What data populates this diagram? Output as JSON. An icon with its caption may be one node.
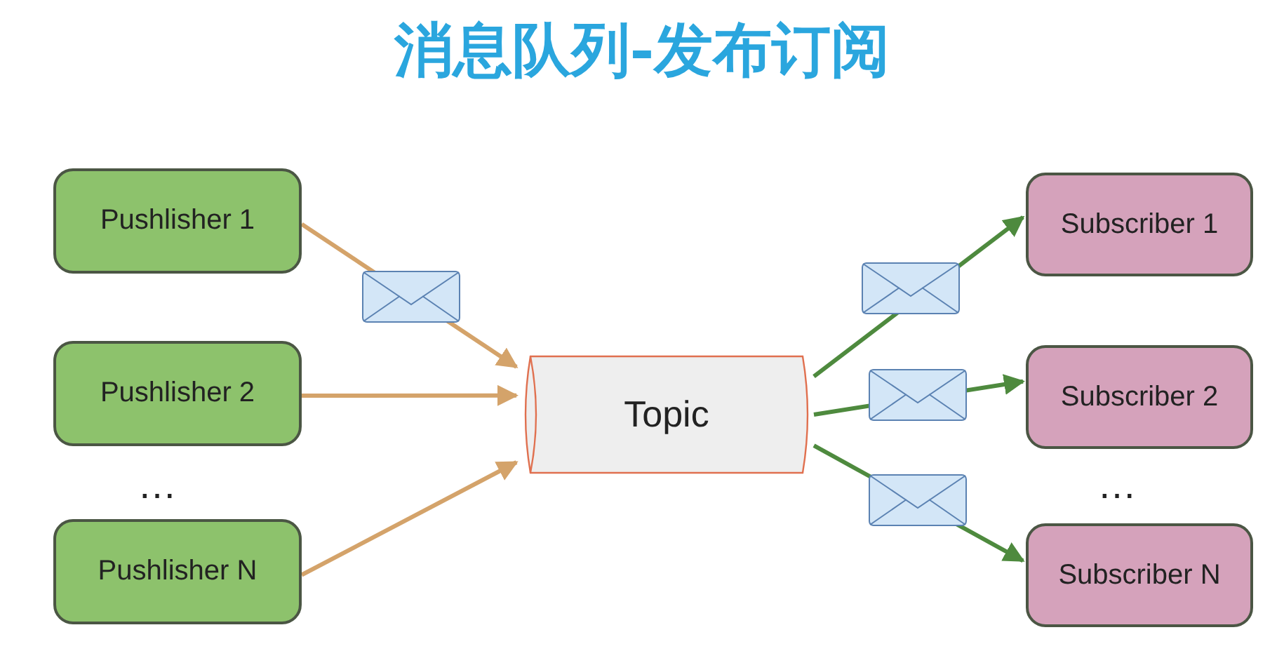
{
  "diagram": {
    "title": "消息队列-发布订阅",
    "nodes": [
      {
        "text": [
          "Pushlisher 1"
        ]
      },
      {
        "text": [
          "Pushlisher 2"
        ]
      },
      {
        "text": [
          "Pushlisher N"
        ]
      },
      {
        "text": [
          "Topic"
        ]
      },
      {
        "text": [
          "Subscriber 1"
        ]
      },
      {
        "text": [
          "Subscriber 2"
        ]
      },
      {
        "text": [
          "Subscriber N"
        ]
      }
    ],
    "edges": [
      {
        "from": 0,
        "to": 3,
        "arrow": "to",
        "color": "#d4a36a"
      },
      {
        "from": 1,
        "to": 3,
        "arrow": "to",
        "color": "#d4a36a"
      },
      {
        "from": 2,
        "to": 3,
        "arrow": "to",
        "color": "#d4a36a"
      },
      {
        "from": 3,
        "to": 4,
        "arrow": "to",
        "color": "#4e8a3e"
      },
      {
        "from": 3,
        "to": 5,
        "arrow": "to",
        "color": "#4e8a3e"
      },
      {
        "from": 3,
        "to": 6,
        "arrow": "to",
        "color": "#4e8a3e"
      }
    ],
    "labels": [
      "…",
      "…"
    ]
  }
}
